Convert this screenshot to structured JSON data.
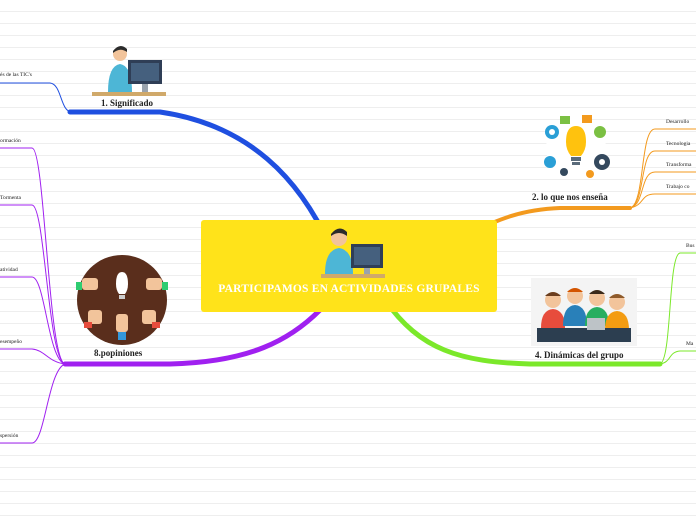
{
  "central": {
    "title": "PARTICIPAMOS EN ACTIVIDADES GRUPALES"
  },
  "topics": {
    "significado": {
      "label": "1. Significado",
      "children": [
        "és de las TIC's"
      ]
    },
    "ensena": {
      "label": "2. lo que nos enseña",
      "children": [
        "Desarrollo",
        "Tecnologia",
        "Transforma",
        "Trabajo co"
      ]
    },
    "dinamicas": {
      "label": "4. Dinámicas del grupo",
      "children": [
        "Bus",
        "Ma"
      ]
    },
    "opiniones": {
      "label": "8.popiniones",
      "children": [
        "ormación",
        "Tormenta",
        "atividad",
        "esempeño",
        "spersión"
      ]
    }
  },
  "colors": {
    "central_fill": "#ffe31a",
    "significado_branch": "#1f4fe0",
    "ensena_branch": "#f39a1e",
    "dinamicas_branch": "#7be82a",
    "opiniones_branch": "#a020f0"
  },
  "icons": {
    "central": "person-at-computer-icon",
    "significado": "person-at-computer-icon",
    "ensena": "lightbulb-gears-icon",
    "dinamicas": "group-of-people-icon",
    "opiniones": "thumbs-up-circle-icon"
  }
}
